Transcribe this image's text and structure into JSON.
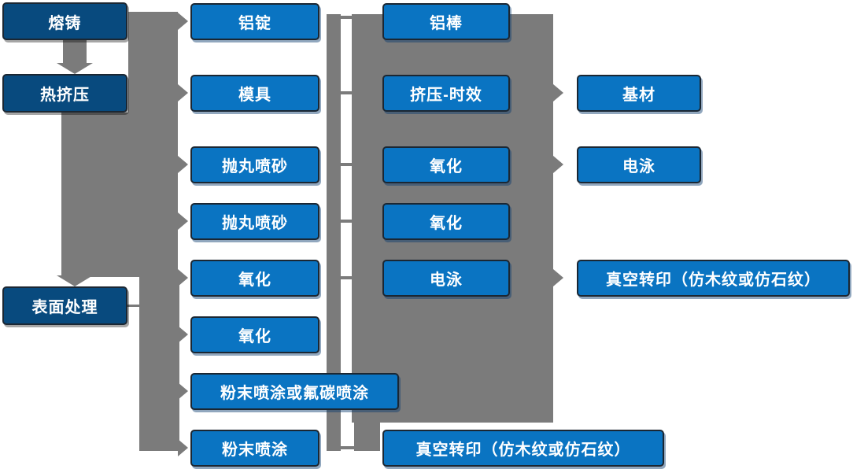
{
  "colors": {
    "stage_box_dark_blue": "#084a7e",
    "step_box_bright_blue": "#0a74c2",
    "connector_gray": "#7b7b7b",
    "box_border": "#1b2733",
    "box_text": "#ffffff"
  },
  "nodes": {
    "melting": "熔铸",
    "hot_extrusion": "热挤压",
    "surface_treatment": "表面处理",
    "aluminum_ingot": "铝锭",
    "mold": "模具",
    "shot_blasting_1": "抛丸喷砂",
    "shot_blasting_2": "抛丸喷砂",
    "oxidation_1": "氧化",
    "oxidation_2": "氧化",
    "powder_or_fluorocarbon_coating": "粉末喷涂或氟碳喷涂",
    "powder_coating": "粉末喷涂",
    "aluminum_rod": "铝棒",
    "extrusion_aging": "挤压-时效",
    "oxidation_3": "氧化",
    "oxidation_4": "氧化",
    "electrophoresis_1": "电泳",
    "vacuum_transfer_1": "真空转印（仿木纹或仿石纹）",
    "base_material": "基材",
    "electrophoresis_2": "电泳",
    "vacuum_transfer_2": "真空转印（仿木纹或仿石纹）"
  }
}
